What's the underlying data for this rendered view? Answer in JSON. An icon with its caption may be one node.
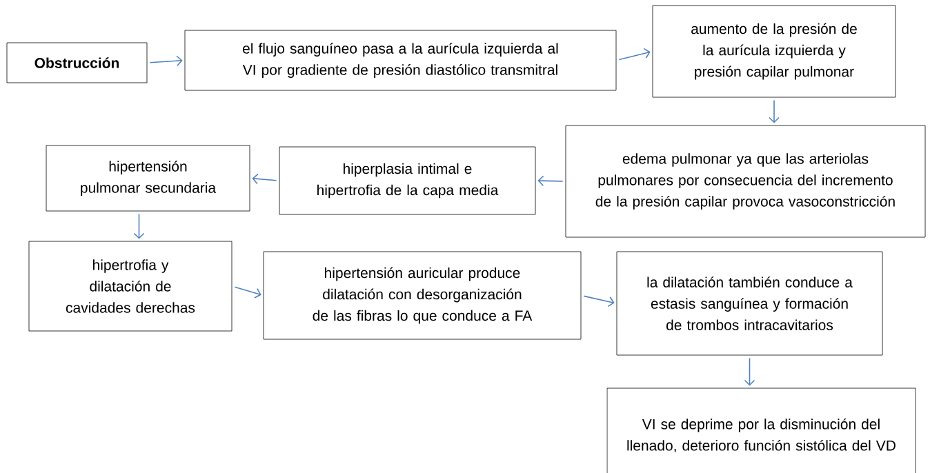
{
  "diagram": {
    "nodes": [
      {
        "text": [
          "Obstrucción"
        ]
      },
      {
        "text": [
          "el flujo sanguíneo pasa a la aurícula izquierda al VI por gradiente de presión diastólico transmitral"
        ]
      },
      {
        "text": [
          "aumento de la presión de la aurícula izquierda y presión capilar pulmonar"
        ]
      },
      {
        "text": [
          "edema pulmonar ya que las arteriolas pulmonares por consecuencia del incremento de la presión capilar provoca vasoconstricción"
        ]
      },
      {
        "text": [
          "hiperplasia intimal e hipertrofia de la capa media"
        ]
      },
      {
        "text": [
          "hipertensión pulmonar secundaria"
        ]
      },
      {
        "text": [
          "hipertrofia y dilatación de cavidades derechas"
        ]
      },
      {
        "text": [
          "hipertensión auricular produce dilatación con desorganización de las fibras lo que conduce a FA"
        ]
      },
      {
        "text": [
          "la dilatación también conduce a estasis sanguínea y formación de trombos intracavitarios"
        ]
      },
      {
        "text": [
          "VI se deprime por la disminución del llenado, deterioro función sistólica del VD"
        ]
      }
    ],
    "edges": [
      {
        "from": 0,
        "to": 1,
        "arrow": "to"
      },
      {
        "from": 1,
        "to": 2,
        "arrow": "to"
      },
      {
        "from": 2,
        "to": 3,
        "arrow": "to"
      },
      {
        "from": 3,
        "to": 4,
        "arrow": "to"
      },
      {
        "from": 4,
        "to": 5,
        "arrow": "to"
      },
      {
        "from": 5,
        "to": 6,
        "arrow": "to"
      },
      {
        "from": 6,
        "to": 7,
        "arrow": "to"
      },
      {
        "from": 7,
        "to": 8,
        "arrow": "to"
      },
      {
        "from": 8,
        "to": 9,
        "arrow": "to"
      }
    ]
  }
}
